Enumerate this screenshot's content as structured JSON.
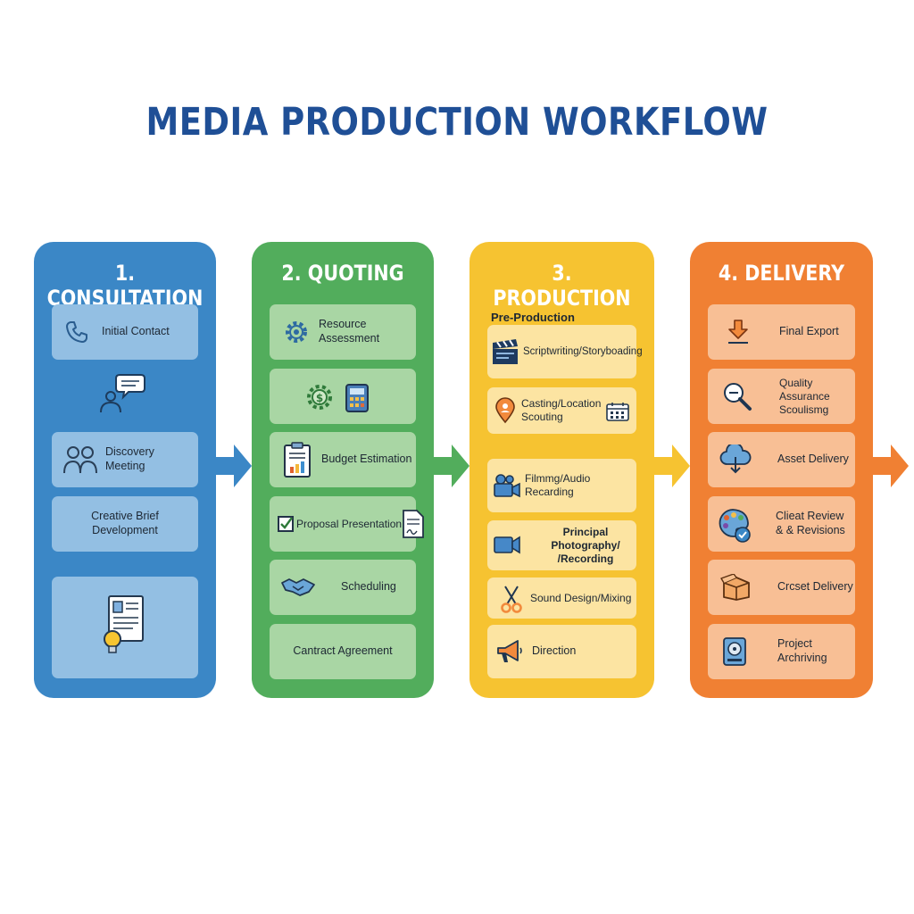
{
  "title": "MEDIA PRODUCTION WORKFLOW",
  "colors": {
    "title": "#1f4f96",
    "consultation": "#3b87c6",
    "quoting": "#52ad5c",
    "production": "#f6c331",
    "delivery": "#f08033"
  },
  "columns": [
    {
      "header": "1. CONSULTATION",
      "items": [
        {
          "label": "Initial Contact",
          "icon": "phone-icon"
        },
        {
          "label": "Discovery Meeting",
          "icon": "people-icon"
        },
        {
          "label": "Creative Brief Development",
          "icon": ""
        },
        {
          "label": "",
          "icon": "brief-document-lightbulb-icon"
        }
      ],
      "extra_icons": [
        "person-speech-bubble-icon"
      ]
    },
    {
      "header": "2. QUOTING",
      "items": [
        {
          "label": "Resource Assessment",
          "icon": "gear-icon"
        },
        {
          "label": "",
          "icon": "gear-dollar-calculator-icon"
        },
        {
          "label": "Budget Estimation",
          "icon": "clipboard-chart-icon"
        },
        {
          "label": "Proposal Presentation",
          "icon": "checkbox-document-icon"
        },
        {
          "label": "Scheduling",
          "icon": "handshake-icon"
        },
        {
          "label": "Cantract Agreement",
          "icon": ""
        }
      ]
    },
    {
      "header": "3. PRODUCTION",
      "subheader": "Pre-Production",
      "items": [
        {
          "label": "Scriptwriting/Storyboading",
          "icon": "clapperboard-icon"
        },
        {
          "label": "Casting/Location Scouting",
          "icon": "location-pin-calendar-icon"
        },
        {
          "label": "Filmmg/Audio Recarding",
          "icon": "video-camera-icon"
        },
        {
          "label": "Principal Photography/ /Recording",
          "icon": "camera-icon"
        },
        {
          "label": "Sound Design/Mixing",
          "icon": "scissors-icon"
        },
        {
          "label": "Direction",
          "icon": "megaphone-icon"
        }
      ]
    },
    {
      "header": "4. DELIVERY",
      "items": [
        {
          "label": "Final Export",
          "icon": "download-arrow-icon"
        },
        {
          "label": "Quality Assurance Scoulismg",
          "icon": "magnifier-icon"
        },
        {
          "label": "Asset Delivery",
          "icon": "cloud-icon"
        },
        {
          "label": "Clieat Review & & Revisions",
          "icon": "palette-check-icon"
        },
        {
          "label": "Crcset Delivery",
          "icon": "box-icon"
        },
        {
          "label": "Project Archriving",
          "icon": "hard-drive-icon"
        }
      ]
    }
  ]
}
